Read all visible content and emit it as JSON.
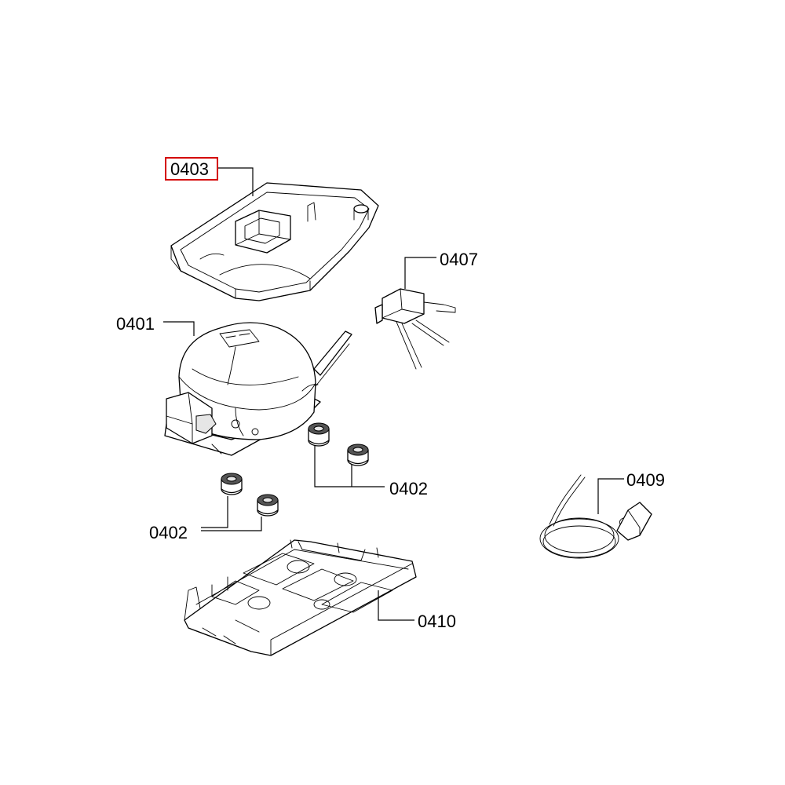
{
  "diagram": {
    "highlight_color": "#d40000",
    "labels": {
      "tray": "0403",
      "compressor": "0401",
      "relay": "0407",
      "grommets_right": "0402",
      "grommets_left": "0402",
      "power_cord": "0409",
      "base_plate": "0410"
    },
    "selected_part": "0403"
  }
}
